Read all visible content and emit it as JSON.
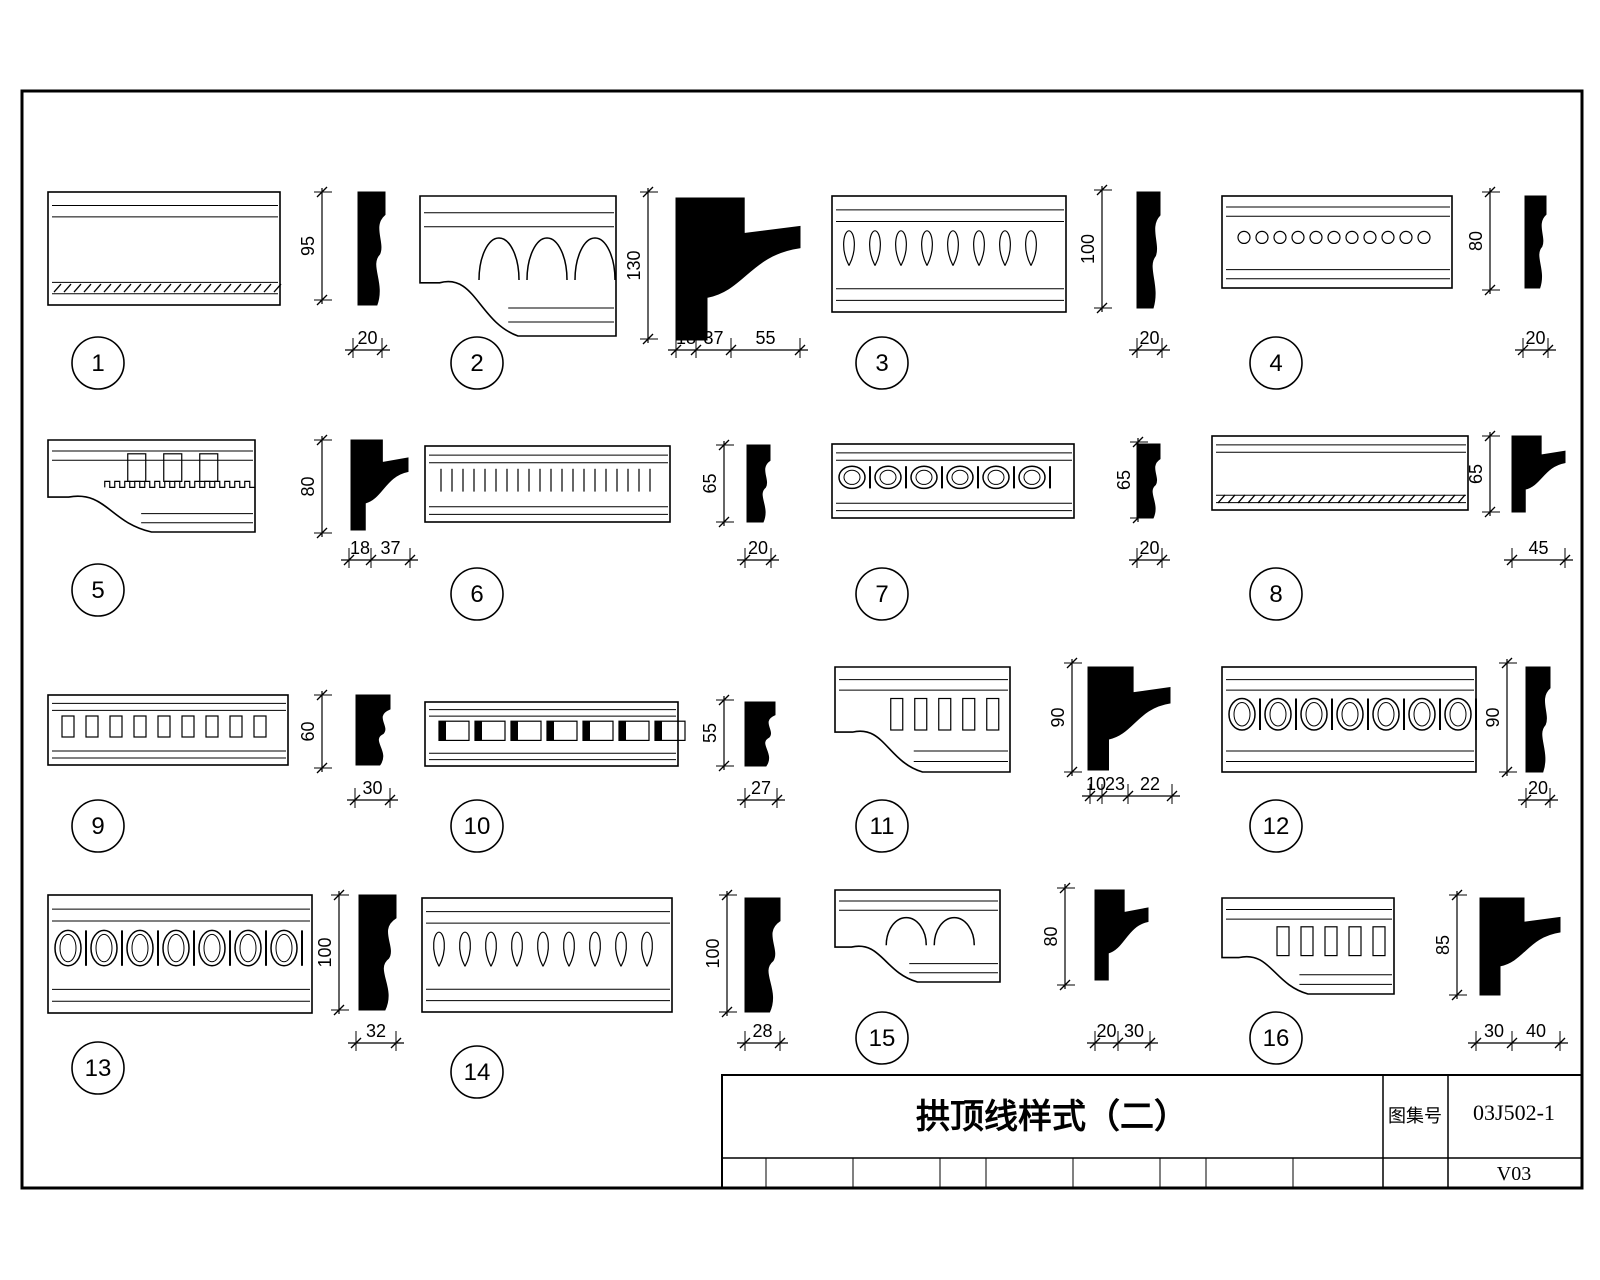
{
  "sheet": {
    "title": "拱顶线样式（二）",
    "atlas_label": "图集号",
    "atlas_number": "03J502-1",
    "page_code": "V03"
  },
  "items": [
    {
      "number": "1",
      "height": "95",
      "widths": [
        "20"
      ]
    },
    {
      "number": "2",
      "height": "130",
      "widths": [
        "18",
        "37",
        "55"
      ]
    },
    {
      "number": "3",
      "height": "100",
      "widths": [
        "20"
      ]
    },
    {
      "number": "4",
      "height": "80",
      "widths": [
        "20"
      ]
    },
    {
      "number": "5",
      "height": "80",
      "widths": [
        "18",
        "37"
      ]
    },
    {
      "number": "6",
      "height": "65",
      "widths": [
        "20"
      ]
    },
    {
      "number": "7",
      "height": "65",
      "widths": [
        "20"
      ]
    },
    {
      "number": "8",
      "height": "65",
      "widths": [
        "45"
      ]
    },
    {
      "number": "9",
      "height": "60",
      "widths": [
        "30"
      ]
    },
    {
      "number": "10",
      "height": "55",
      "widths": [
        "27"
      ]
    },
    {
      "number": "11",
      "height": "90",
      "widths": [
        "10",
        "23",
        "22"
      ]
    },
    {
      "number": "12",
      "height": "90",
      "widths": [
        "20"
      ]
    },
    {
      "number": "13",
      "height": "100",
      "widths": [
        "32"
      ]
    },
    {
      "number": "14",
      "height": "100",
      "widths": [
        "28"
      ]
    },
    {
      "number": "15",
      "height": "80",
      "widths": [
        "20",
        "30"
      ]
    },
    {
      "number": "16",
      "height": "85",
      "widths": [
        "30",
        "40"
      ]
    }
  ]
}
